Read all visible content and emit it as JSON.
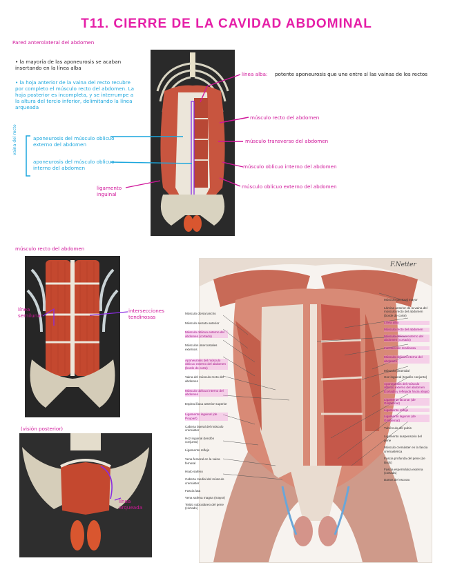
{
  "title": "T11. CIERRE DE LA CAVIDAD ABDOMINAL",
  "section1": {
    "heading": "Pared anterolateral del abdomen",
    "bullet1": "• la mayoría de las aponeurosis se acaban insertando en la línea alba",
    "bullet2": "• la hoja anterior de la vaina del recto recubre por completo el músculo recto del abdomen. La hoja posterior es incompleta, y se interrumpe a la altura del tercio inferior, delimitando la línea arqueada",
    "bracket_label": "vaina del recto",
    "aponeurosis_ext": "aponeurosis del músculo oblicuo externo del abdomen",
    "aponeurosis_int": "aponeurosis del músculo oblicuo interno del abdomen",
    "ligamento": "ligamento inguinal",
    "linea_alba": "línea alba:",
    "linea_alba_desc": "potente aponeurosis que une entre sí las vainas de los rectos",
    "recto": "músculo recto del abdomen",
    "transverso": "músculo transverso del abdomen",
    "oblicuo_int": "músculo oblicuo interno del abdomen",
    "oblicuo_ext": "músculo oblicuo externo del abdomen"
  },
  "section2": {
    "heading": "músculo recto del abdomen",
    "semilunar": "línea semilunar",
    "intersecciones": "intersecciones tendinosas"
  },
  "section3": {
    "heading": "(visión posterior)",
    "arqueada": "línea arqueada"
  },
  "netter": {
    "left_labels": [
      {
        "t": "Músculo dorsal ancho",
        "hl": false
      },
      {
        "t": "Músculo serrato anterior",
        "hl": false
      },
      {
        "t": "Músculo oblicuo externo del abdomen (cortado)",
        "hl": true
      },
      {
        "t": "Músculos intercostales externos",
        "hl": false
      },
      {
        "t": "Aponeurosis del músculo oblicuo externo del abdomen (borde de corte)",
        "hl": true
      },
      {
        "t": "Vaina del músculo recto del abdomen",
        "hl": false
      },
      {
        "t": "Músculo oblicuo interno del abdomen",
        "hl": true
      },
      {
        "t": "Espina ilíaca anterior superior",
        "hl": false
      },
      {
        "t": "Ligamento inguinal (de Poupart)",
        "hl": true
      },
      {
        "t": "Cabeza lateral del músculo cremáster",
        "hl": false
      },
      {
        "t": "Hoz inguinal (tendón conjunto)",
        "hl": false
      },
      {
        "t": "Ligamento reflejo",
        "hl": false
      },
      {
        "t": "Vena femoral en la vaina femoral",
        "hl": false
      },
      {
        "t": "Hiato safeno",
        "hl": false
      },
      {
        "t": "Cabeza medial del músculo cremáster",
        "hl": false
      },
      {
        "t": "Fascia lata",
        "hl": false
      },
      {
        "t": "Vena safena magna (mayor)",
        "hl": false
      },
      {
        "t": "Tejido subcutáneo del pene (cortado)",
        "hl": false
      }
    ],
    "right_labels": [
      {
        "t": "Músculo pectoral mayor",
        "hl": false
      },
      {
        "t": "Lámina anterior de la vaina del músculo recto del abdomen (borde de corte)",
        "hl": false
      },
      {
        "t": "Línea alba",
        "hl": true
      },
      {
        "t": "Músculo recto del abdomen",
        "hl": true
      },
      {
        "t": "Músculo oblicuo externo del abdomen (cortado)",
        "hl": true
      },
      {
        "t": "Intersección tendinosa",
        "hl": true
      },
      {
        "t": "Músculo oblicuo interno del abdomen",
        "hl": true
      },
      {
        "t": "Músculo piramidal",
        "hl": false
      },
      {
        "t": "Hoz inguinal (tendón conjunto)",
        "hl": false
      },
      {
        "t": "Aponeurosis del músculo oblicuo externo del abdomen (cortada y reflejada hacia abajo)",
        "hl": true
      },
      {
        "t": "Ligamento lacunar (de Gimbernat)",
        "hl": true
      },
      {
        "t": "Ligamento reflejo",
        "hl": true
      },
      {
        "t": "Ligamento lagunar (de Gimbernat)",
        "hl": true
      },
      {
        "t": "Tubérculo del pubis",
        "hl": false
      },
      {
        "t": "Ligamento suspensorio del pene",
        "hl": false
      },
      {
        "t": "Músculo cremáster en la fascia cremastérica",
        "hl": false
      },
      {
        "t": "Fascia profunda del pene (de Buck)",
        "hl": false
      },
      {
        "t": "Fascia espermática externa (cortada)",
        "hl": false
      },
      {
        "t": "Dartos del escroto",
        "hl": false
      }
    ],
    "signature": "F.Netter"
  },
  "colors": {
    "title": "#e51ea7",
    "annotation": "#d0169a",
    "blue": "#1aa6dd",
    "muscle": "#c8553f"
  }
}
